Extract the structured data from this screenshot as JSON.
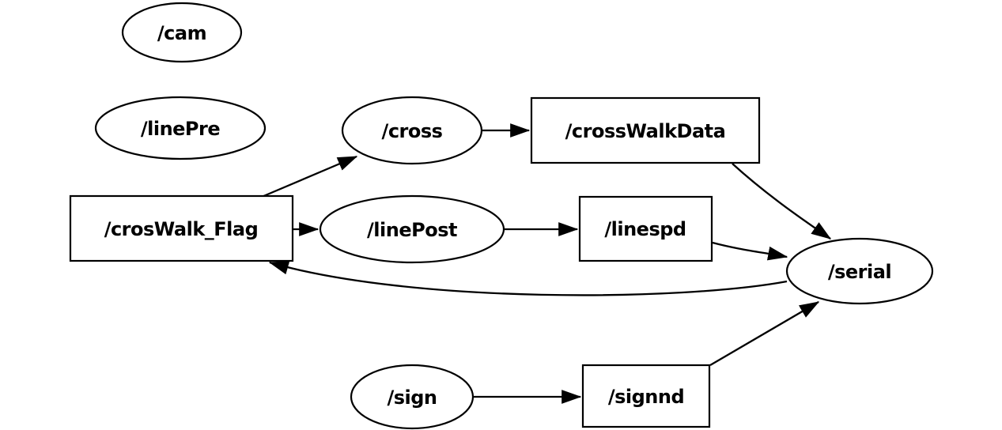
{
  "diagram": {
    "type": "ros-node-graph",
    "background_color": "#ffffff",
    "stroke_color": "#000000",
    "text_color": "#000000",
    "nodes": [
      {
        "id": "cam",
        "label": "/cam",
        "shape": "ellipse"
      },
      {
        "id": "linePre",
        "label": "/linePre",
        "shape": "ellipse"
      },
      {
        "id": "cross",
        "label": "/cross",
        "shape": "ellipse"
      },
      {
        "id": "crossWalkData",
        "label": "/crossWalkData",
        "shape": "box"
      },
      {
        "id": "crosWalk_Flag",
        "label": "/crosWalk_Flag",
        "shape": "box"
      },
      {
        "id": "linePost",
        "label": "/linePost",
        "shape": "ellipse"
      },
      {
        "id": "linespd",
        "label": "/linespd",
        "shape": "box"
      },
      {
        "id": "serial",
        "label": "/serial",
        "shape": "ellipse"
      },
      {
        "id": "sign",
        "label": "/sign",
        "shape": "ellipse"
      },
      {
        "id": "signnd",
        "label": "/signnd",
        "shape": "box"
      }
    ],
    "edges": [
      {
        "from": "/crosWalk_Flag",
        "to": "/cross"
      },
      {
        "from": "/cross",
        "to": "/crossWalkData"
      },
      {
        "from": "/crossWalkData",
        "to": "/serial"
      },
      {
        "from": "/crosWalk_Flag",
        "to": "/linePost"
      },
      {
        "from": "/linePost",
        "to": "/linespd"
      },
      {
        "from": "/linespd",
        "to": "/serial"
      },
      {
        "from": "/serial",
        "to": "/crosWalk_Flag"
      },
      {
        "from": "/sign",
        "to": "/signnd"
      },
      {
        "from": "/signnd",
        "to": "/serial"
      }
    ]
  }
}
